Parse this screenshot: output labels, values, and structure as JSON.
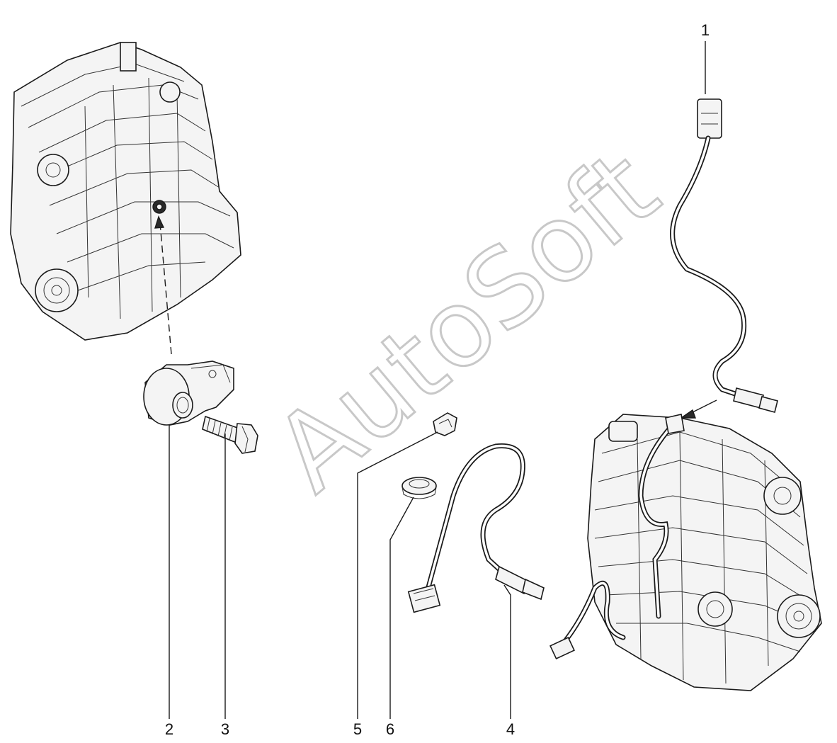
{
  "watermark": "AutoSoft",
  "callouts": [
    {
      "id": "1",
      "label": "1"
    },
    {
      "id": "2",
      "label": "2"
    },
    {
      "id": "3",
      "label": "3"
    },
    {
      "id": "4",
      "label": "4"
    },
    {
      "id": "5",
      "label": "5"
    },
    {
      "id": "6",
      "label": "6"
    }
  ],
  "colors": {
    "line": "#1a1a1a",
    "watermark": "#c8c8c8",
    "background": "#ffffff"
  }
}
